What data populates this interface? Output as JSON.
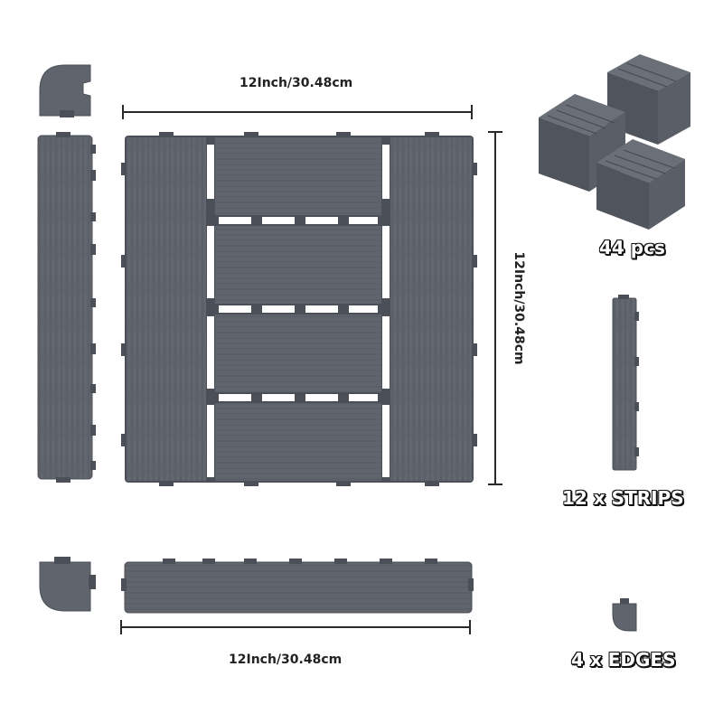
{
  "dimensions": {
    "top_width": "12Inch/30.48cm",
    "right_height": "12Inch/30.48cm",
    "bottom_width": "12Inch/30.48cm"
  },
  "contents": {
    "tiles_label": "44 pcs",
    "strips_label": "12 x STRIPS",
    "edges_label": "4 x EDGES"
  },
  "colors": {
    "tile": "#5f646d",
    "tile_dark": "#4b4f57",
    "line": "#2a2a2a"
  }
}
